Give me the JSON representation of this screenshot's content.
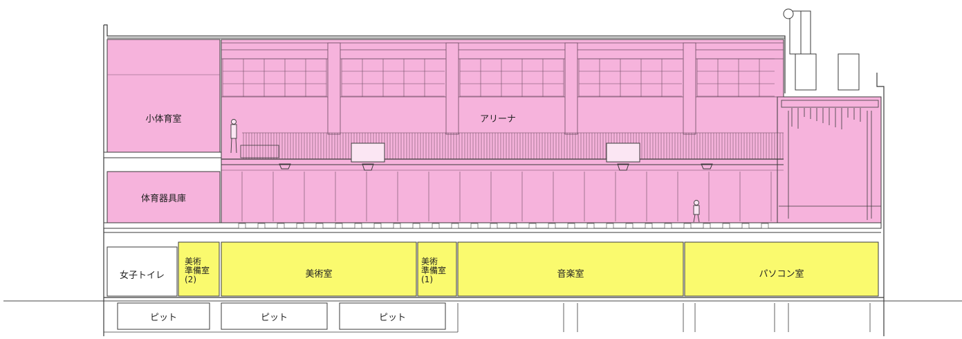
{
  "rooms": {
    "small_gym": "小体育室",
    "arena": "アリーナ",
    "equipment_storage": "体育器具庫",
    "womens_toilet": "女子トイレ",
    "art_prep_2": "美術\n準備室\n(2)",
    "art_room": "美術室",
    "art_prep_1": "美術\n準備室\n(1)",
    "music_room": "音楽室",
    "pc_room": "パソコン室",
    "pit": "ピット"
  },
  "colors": {
    "gym_zone": "#f6b3dc",
    "classroom_zone": "#fafa6e",
    "line": "#3a3a3a",
    "background": "#ffffff"
  }
}
